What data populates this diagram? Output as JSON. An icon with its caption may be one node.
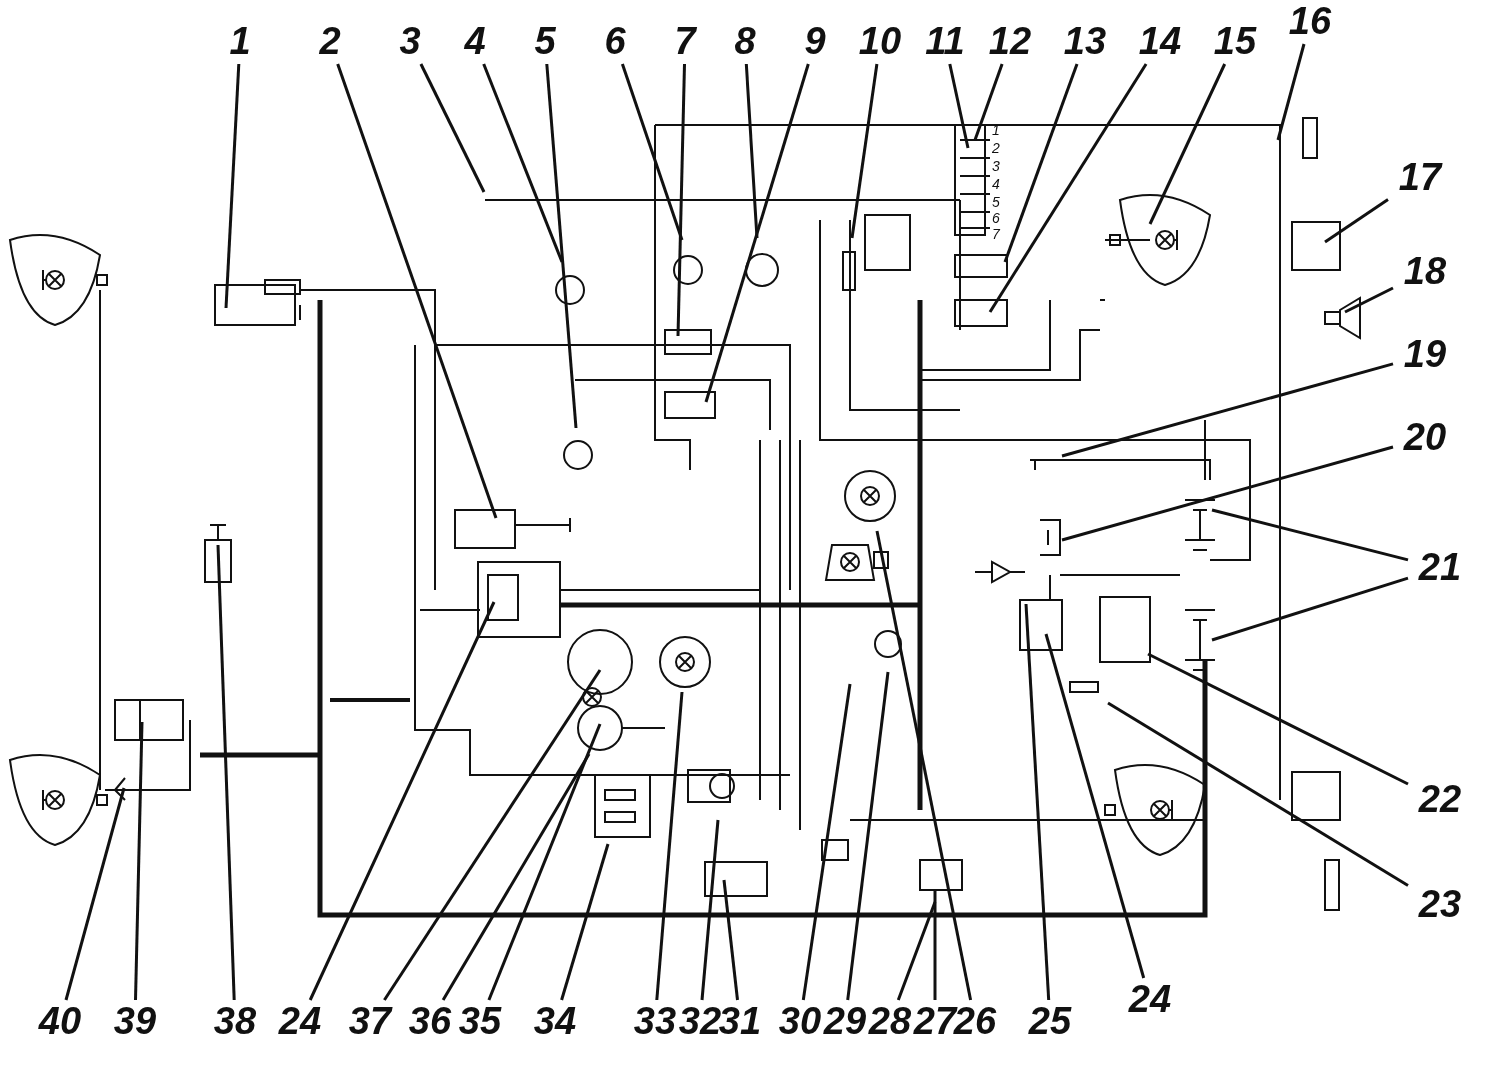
{
  "diagram": {
    "nodes": [
      {
        "text": [
          "1"
        ]
      },
      {
        "text": [
          "2"
        ]
      },
      {
        "text": [
          "3"
        ]
      },
      {
        "text": [
          "4"
        ]
      },
      {
        "text": [
          "5"
        ]
      },
      {
        "text": [
          "6"
        ]
      },
      {
        "text": [
          "7"
        ]
      },
      {
        "text": [
          "8"
        ]
      },
      {
        "text": [
          "9"
        ]
      },
      {
        "text": [
          "10"
        ]
      },
      {
        "text": [
          "11"
        ]
      },
      {
        "text": [
          "12"
        ]
      },
      {
        "text": [
          "13"
        ]
      },
      {
        "text": [
          "14"
        ]
      },
      {
        "text": [
          "15"
        ]
      },
      {
        "text": [
          "16"
        ]
      },
      {
        "text": [
          "17"
        ]
      },
      {
        "text": [
          "18"
        ]
      },
      {
        "text": [
          "19"
        ]
      },
      {
        "text": [
          "20"
        ]
      },
      {
        "text": [
          "21"
        ]
      },
      {
        "text": [
          "22"
        ]
      },
      {
        "text": [
          "23"
        ]
      },
      {
        "text": [
          "40"
        ]
      },
      {
        "text": [
          "39"
        ]
      },
      {
        "text": [
          "38"
        ]
      },
      {
        "text": [
          "24"
        ]
      },
      {
        "text": [
          "37"
        ]
      },
      {
        "text": [
          "36"
        ]
      },
      {
        "text": [
          "35"
        ]
      },
      {
        "text": [
          "34"
        ]
      },
      {
        "text": [
          "33"
        ]
      },
      {
        "text": [
          "32"
        ]
      },
      {
        "text": [
          "31"
        ]
      },
      {
        "text": [
          "30"
        ]
      },
      {
        "text": [
          "29"
        ]
      },
      {
        "text": [
          "28"
        ]
      },
      {
        "text": [
          "27"
        ]
      },
      {
        "text": [
          "26"
        ]
      },
      {
        "text": [
          "25"
        ]
      },
      {
        "text": [
          "24"
        ]
      }
    ],
    "edges": [
      {
        "from": 0,
        "to": null,
        "arrow": "none"
      },
      {
        "from": 1,
        "to": null,
        "arrow": "none"
      },
      {
        "from": 2,
        "to": null,
        "arrow": "none"
      },
      {
        "from": 3,
        "to": null,
        "arrow": "none"
      },
      {
        "from": 4,
        "to": null,
        "arrow": "none"
      },
      {
        "from": 5,
        "to": null,
        "arrow": "none"
      },
      {
        "from": 6,
        "to": null,
        "arrow": "none"
      },
      {
        "from": 7,
        "to": null,
        "arrow": "none"
      },
      {
        "from": 8,
        "to": null,
        "arrow": "none"
      },
      {
        "from": 9,
        "to": null,
        "arrow": "none"
      },
      {
        "from": 10,
        "to": null,
        "arrow": "none"
      },
      {
        "from": 11,
        "to": null,
        "arrow": "none"
      },
      {
        "from": 12,
        "to": null,
        "arrow": "none"
      },
      {
        "from": 13,
        "to": null,
        "arrow": "none"
      },
      {
        "from": 14,
        "to": null,
        "arrow": "none"
      },
      {
        "from": 15,
        "to": null,
        "arrow": "none"
      },
      {
        "from": 16,
        "to": null,
        "arrow": "none"
      },
      {
        "from": 17,
        "to": null,
        "arrow": "none"
      },
      {
        "from": 18,
        "to": null,
        "arrow": "none"
      },
      {
        "from": 19,
        "to": null,
        "arrow": "none"
      },
      {
        "from": 20,
        "to": null,
        "arrow": "none"
      },
      {
        "from": 20,
        "to": null,
        "arrow": "none"
      },
      {
        "from": 21,
        "to": null,
        "arrow": "none"
      },
      {
        "from": 22,
        "to": null,
        "arrow": "none"
      },
      {
        "from": 23,
        "to": null,
        "arrow": "none"
      },
      {
        "from": 24,
        "to": null,
        "arrow": "none"
      },
      {
        "from": 25,
        "to": null,
        "arrow": "none"
      },
      {
        "from": 26,
        "to": null,
        "arrow": "none"
      },
      {
        "from": 27,
        "to": null,
        "arrow": "none"
      },
      {
        "from": 28,
        "to": null,
        "arrow": "none"
      },
      {
        "from": 29,
        "to": null,
        "arrow": "none"
      },
      {
        "from": 30,
        "to": null,
        "arrow": "none"
      },
      {
        "from": 31,
        "to": null,
        "arrow": "none"
      },
      {
        "from": 32,
        "to": null,
        "arrow": "none"
      },
      {
        "from": 33,
        "to": null,
        "arrow": "none"
      },
      {
        "from": 34,
        "to": null,
        "arrow": "none"
      },
      {
        "from": 35,
        "to": null,
        "arrow": "none"
      },
      {
        "from": 36,
        "to": null,
        "arrow": "none"
      },
      {
        "from": 37,
        "to": null,
        "arrow": "none"
      },
      {
        "from": 38,
        "to": null,
        "arrow": "none"
      },
      {
        "from": 39,
        "to": null,
        "arrow": "none"
      },
      {
        "from": 40,
        "to": null,
        "arrow": "none"
      }
    ],
    "labels": [
      "1",
      "2",
      "3",
      "4",
      "5",
      "6",
      "7"
    ]
  }
}
